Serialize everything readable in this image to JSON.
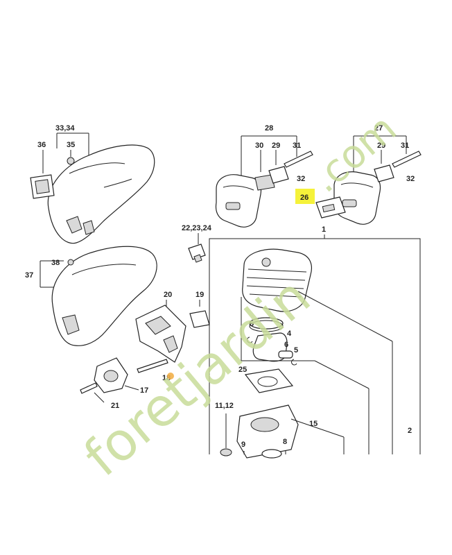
{
  "labels": {
    "l_33_34": "33,34",
    "l_36": "36",
    "l_35": "35",
    "l_38": "38",
    "l_37": "37",
    "l_28": "28",
    "l_30": "30",
    "l_29a": "29",
    "l_31a": "31",
    "l_32a": "32",
    "l_27": "27",
    "l_29b": "29",
    "l_31b": "31",
    "l_32b": "32",
    "l_26": "26",
    "l_22_23_24": "22,23,24",
    "l_1": "1",
    "l_20": "20",
    "l_19": "19",
    "l_5a": "5",
    "l_4": "4",
    "l_6": "6",
    "l_5b": "5",
    "l_25": "25",
    "l_18": "18",
    "l_17": "17",
    "l_21": "21",
    "l_11_12": "11,12",
    "l_15": "15",
    "l_2": "2",
    "l_9": "9",
    "l_8": "8"
  },
  "highlight_color": "#f5f23a",
  "watermark": {
    "text_main": "foretjardin",
    "text_suffix": ".com",
    "color": "#c8dc9a",
    "accent_color": "#f2b04a"
  }
}
